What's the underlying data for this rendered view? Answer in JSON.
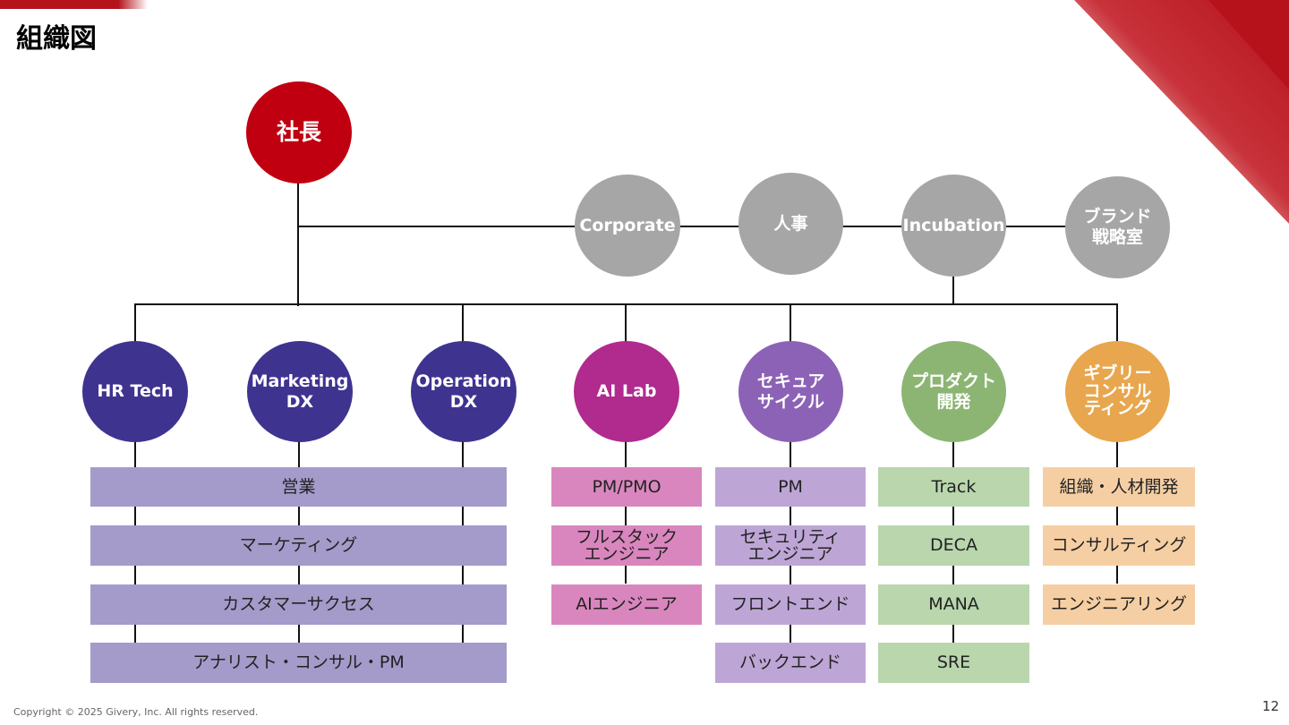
{
  "title": "組織図",
  "colors": {
    "brand_red": "#b5121b",
    "ceo": "#c00010",
    "staff": "#a6a6a6",
    "navy": "#3f3390",
    "magenta": "#b12a8e",
    "violet": "#8c62b6",
    "green": "#8cb574",
    "orange": "#e8a64e",
    "box_navy": "#a49bcb",
    "box_magenta": "#d986be",
    "box_violet": "#bda6d6",
    "box_green": "#b9d6ad",
    "box_orange": "#f5cfa3"
  },
  "ceo": {
    "label": "社長"
  },
  "staff": [
    {
      "label": "Corporate"
    },
    {
      "label": "人事"
    },
    {
      "label": "Incubation"
    },
    {
      "label": "ブランド\n戦略室"
    }
  ],
  "divisions": [
    {
      "label": "HR Tech"
    },
    {
      "label": "Marketing\nDX"
    },
    {
      "label": "Operation\nDX"
    },
    {
      "label": "AI Lab"
    },
    {
      "label": "セキュア\nサイクル"
    },
    {
      "label": "プロダクト\n開発"
    },
    {
      "label": "ギブリー\nコンサル\nティング"
    }
  ],
  "shared_functions": [
    "営業",
    "マーケティング",
    "カスタマーサクセス",
    "アナリスト・コンサル・PM"
  ],
  "ai_lab_functions": [
    "PM/PMO",
    "フルスタック\nエンジニア",
    "AIエンジニア"
  ],
  "secure_cycle_functions": [
    "PM",
    "セキュリティ\nエンジニア",
    "フロントエンド",
    "バックエンド"
  ],
  "product_functions": [
    "Track",
    "DECA",
    "MANA",
    "SRE"
  ],
  "consulting_functions": [
    "組織・人材開発",
    "コンサルティング",
    "エンジニアリング"
  ],
  "footer": "Copyright © 2025 Givery, Inc. All rights reserved.",
  "page_number": "12"
}
